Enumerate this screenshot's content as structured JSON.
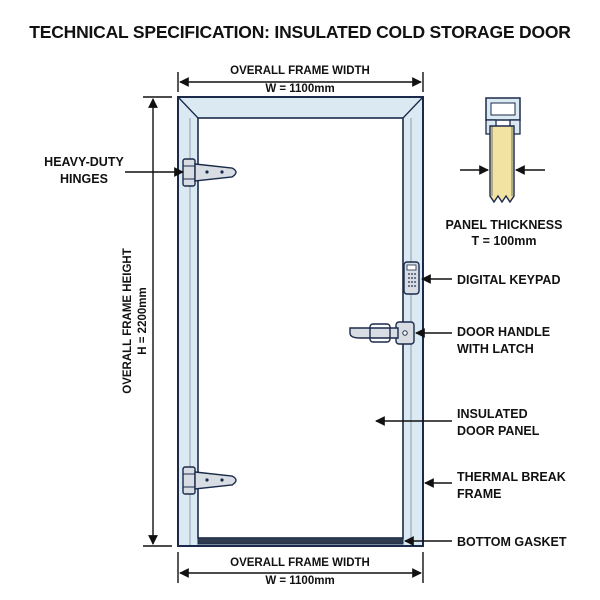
{
  "title": "TECHNICAL SPECIFICATION: INSULATED COLD STORAGE DOOR",
  "dimensions": {
    "top_width_label": "OVERALL FRAME WIDTH",
    "top_width_value": "W = 1100mm",
    "bottom_width_label": "OVERALL FRAME WIDTH",
    "bottom_width_value": "W = 1100mm",
    "height_label": "OVERALL FRAME HEIGHT",
    "height_value": "H = 2200mm",
    "panel_thickness_label": "PANEL THICKNESS",
    "panel_thickness_value": "T = 100mm"
  },
  "callouts": {
    "hinges_line1": "HEAVY-DUTY",
    "hinges_line2": "HINGES",
    "keypad": "DIGITAL KEYPAD",
    "handle_line1": "DOOR HANDLE",
    "handle_line2": "WITH LATCH",
    "panel_line1": "INSULATED",
    "panel_line2": "DOOR PANEL",
    "thermal_line1": "THERMAL BREAK",
    "thermal_line2": "FRAME",
    "gasket": "BOTTOM GASKET"
  },
  "colors": {
    "line": "#1b2a4a",
    "frame_outer": "#dbe9f3",
    "frame_inner": "#f2f7fb",
    "panel": "#ffffff",
    "insulation": "#f3e3a3",
    "gasket": "#2f3b4c",
    "metal": "#d7dde3"
  }
}
